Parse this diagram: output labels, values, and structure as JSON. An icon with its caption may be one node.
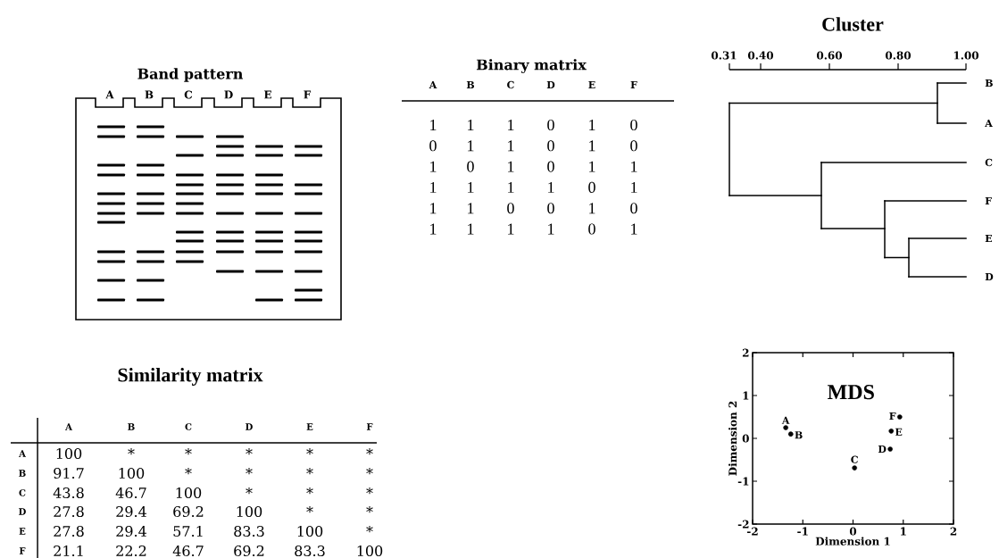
{
  "diagram": {
    "labels": [
      "Band pattern",
      "A",
      "B",
      "C",
      "D",
      "E",
      "F",
      "Binary matrix",
      "A",
      "B",
      "C",
      "D",
      "E",
      "F",
      "1",
      "1",
      "1",
      "0",
      "1",
      "0",
      "0",
      "1",
      "1",
      "0",
      "1",
      "0",
      "1",
      "0",
      "1",
      "0",
      "1",
      "1",
      "1",
      "1",
      "1",
      "1",
      "0",
      "1",
      "1",
      "1",
      "0",
      "0",
      "1",
      "0",
      "1",
      "1",
      "1",
      "1",
      "0",
      "1",
      "Cluster",
      "0.31",
      "0.40",
      "0.60",
      "0.80",
      "1.00",
      "B",
      "A",
      "C",
      "F",
      "E",
      "D",
      "Similarity matrix",
      "A",
      "B",
      "C",
      "D",
      "E",
      "F",
      "A",
      "100",
      "*",
      "*",
      "*",
      "*",
      "*",
      "B",
      "91.7",
      "100",
      "*",
      "*",
      "*",
      "*",
      "C",
      "43.8",
      "46.7",
      "100",
      "*",
      "*",
      "*",
      "D",
      "27.8",
      "29.4",
      "69.2",
      "100",
      "*",
      "*",
      "E",
      "27.8",
      "29.4",
      "57.1",
      "83.3",
      "100",
      "*",
      "F",
      "21.1",
      "22.2",
      "46.7",
      "69.2",
      "83.3",
      "100"
    ],
    "chart_data": {
      "type": "scatter",
      "title": "MDS",
      "xlabel": "Dimension 1",
      "ylabel": "Dimension 2",
      "x": [
        -1.34,
        -1.24,
        0.03,
        0.74,
        0.76,
        0.93
      ],
      "series": [
        {
          "color": "#000000",
          "values": [
            0.25,
            0.1,
            -0.69,
            -0.25,
            0.17,
            0.5
          ]
        }
      ],
      "xlim": [
        -2,
        2
      ],
      "ylim": [
        -2,
        2
      ],
      "xticks": [
        -2,
        -1,
        0,
        1,
        2
      ],
      "yticks": [
        -2,
        -1,
        0,
        1,
        2
      ],
      "annotations": [
        {
          "text": "A",
          "x": -1.34,
          "y": 0.25
        },
        {
          "text": "B",
          "x": -1.24,
          "y": 0.1
        },
        {
          "text": "C",
          "x": 0.03,
          "y": -0.69
        },
        {
          "text": "D",
          "x": 0.74,
          "y": -0.25
        },
        {
          "text": "E",
          "x": 0.76,
          "y": 0.17
        },
        {
          "text": "F",
          "x": 0.93,
          "y": 0.5
        }
      ]
    }
  }
}
